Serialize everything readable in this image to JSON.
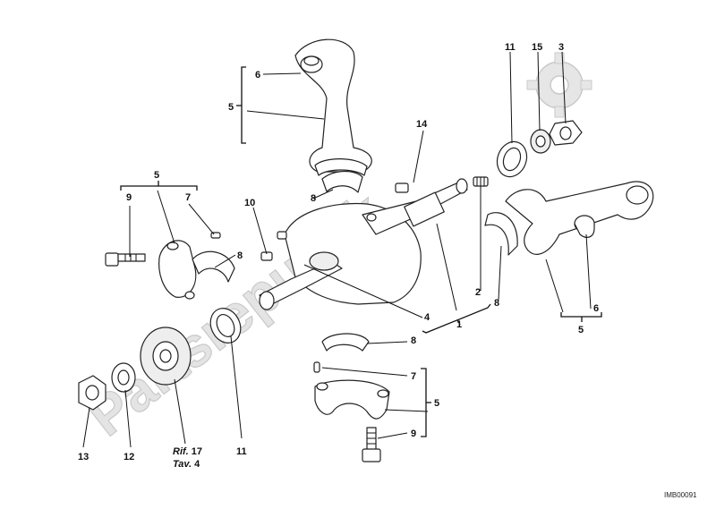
{
  "watermark": {
    "text": "Partsrepublik"
  },
  "labels": {
    "l1": "1",
    "l2": "2",
    "l3": "3",
    "l4": "4",
    "l5a": "5",
    "l5b": "5",
    "l5c": "5",
    "l5d": "5",
    "l6a": "6",
    "l6b": "6",
    "l7a": "7",
    "l7b": "7",
    "l8a": "8",
    "l8b": "8",
    "l8c": "8",
    "l8d": "8",
    "l9a": "9",
    "l9b": "9",
    "l10": "10",
    "l11a": "11",
    "l11b": "11",
    "l12": "12",
    "l13": "13",
    "l14": "14",
    "l15": "15"
  },
  "reference": {
    "rif_prefix": "Rif.",
    "rif_number": "17",
    "tav_prefix": "Tav.",
    "tav_number": "4"
  },
  "diagram_code": "IMB00091",
  "colors": {
    "ink": "#111111",
    "watermark": "#e4e4e4"
  }
}
